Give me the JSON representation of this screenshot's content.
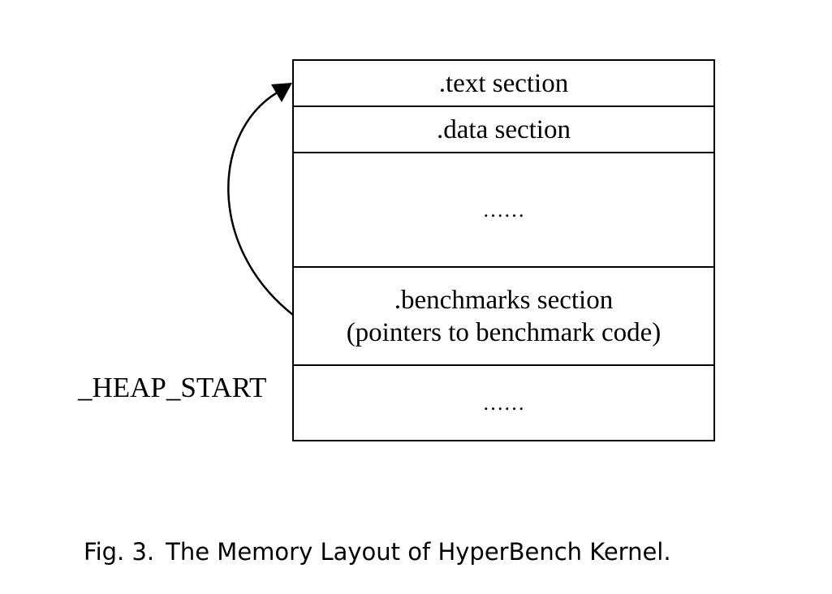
{
  "memory_layout": {
    "segments": [
      {
        "label": ".text section"
      },
      {
        "label": ".data section"
      },
      {
        "label": "……"
      },
      {
        "label_line1": ".benchmarks section",
        "label_line2": "(pointers to benchmark code)"
      },
      {
        "label": "……"
      }
    ],
    "heap_start_label": "_HEAP_START"
  },
  "caption": {
    "figure_number": "Fig. 3.",
    "text": "The Memory Layout of HyperBench Kernel."
  }
}
